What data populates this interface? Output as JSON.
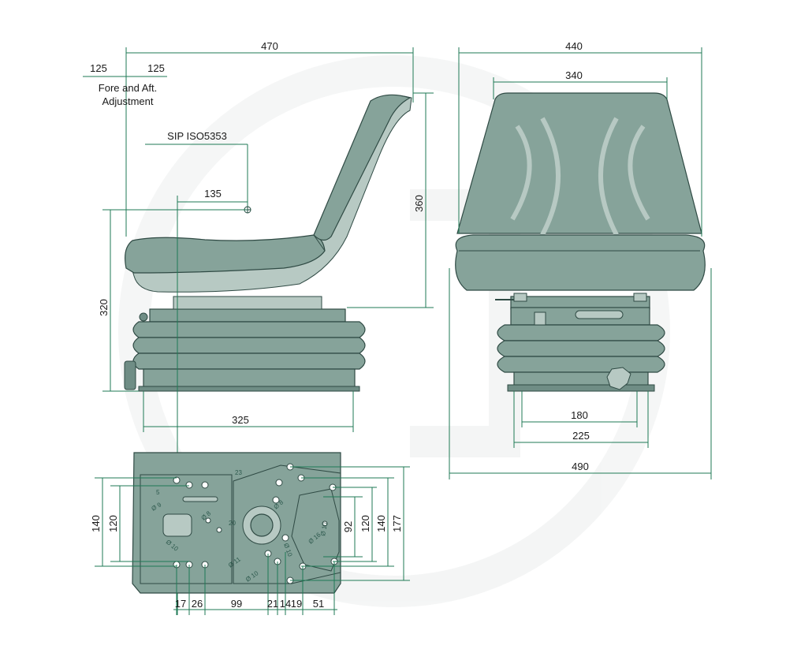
{
  "diagram": {
    "top_dims": {
      "overall_depth": "470",
      "fore_back": "125",
      "fore_forward": "125",
      "adjustment_line1": "Fore and Aft.",
      "adjustment_line2": "Adjustment",
      "sip_label": "SIP ISO5353",
      "sip_offset": "135",
      "backrest_height": "360",
      "seat_height": "320",
      "base_length": "325"
    },
    "front_dims": {
      "overall_width": "440",
      "backrest_width": "340",
      "base_inner": "180",
      "base_outer": "225",
      "total_width": "490"
    },
    "base_plate": {
      "left_outer": "140",
      "left_inner": "120",
      "right_a": "92",
      "right_b": "120",
      "right_c": "140",
      "right_d": "177",
      "bottom": [
        "17",
        "26",
        "99",
        "21",
        "14",
        "19",
        "51"
      ],
      "inner": {
        "d23": "23",
        "d5": "5",
        "d20": "20",
        "d9": "Ø 9",
        "d8a": "Ø 8",
        "d8b": "Ø 8",
        "d10a": "Ø 10",
        "d10b": "Ø 10",
        "d10c": "Ø 10",
        "d10d": "Ø 10",
        "d11": "Ø 11",
        "d16": "Ø 16",
        "d10e": "Ø 10"
      }
    }
  }
}
